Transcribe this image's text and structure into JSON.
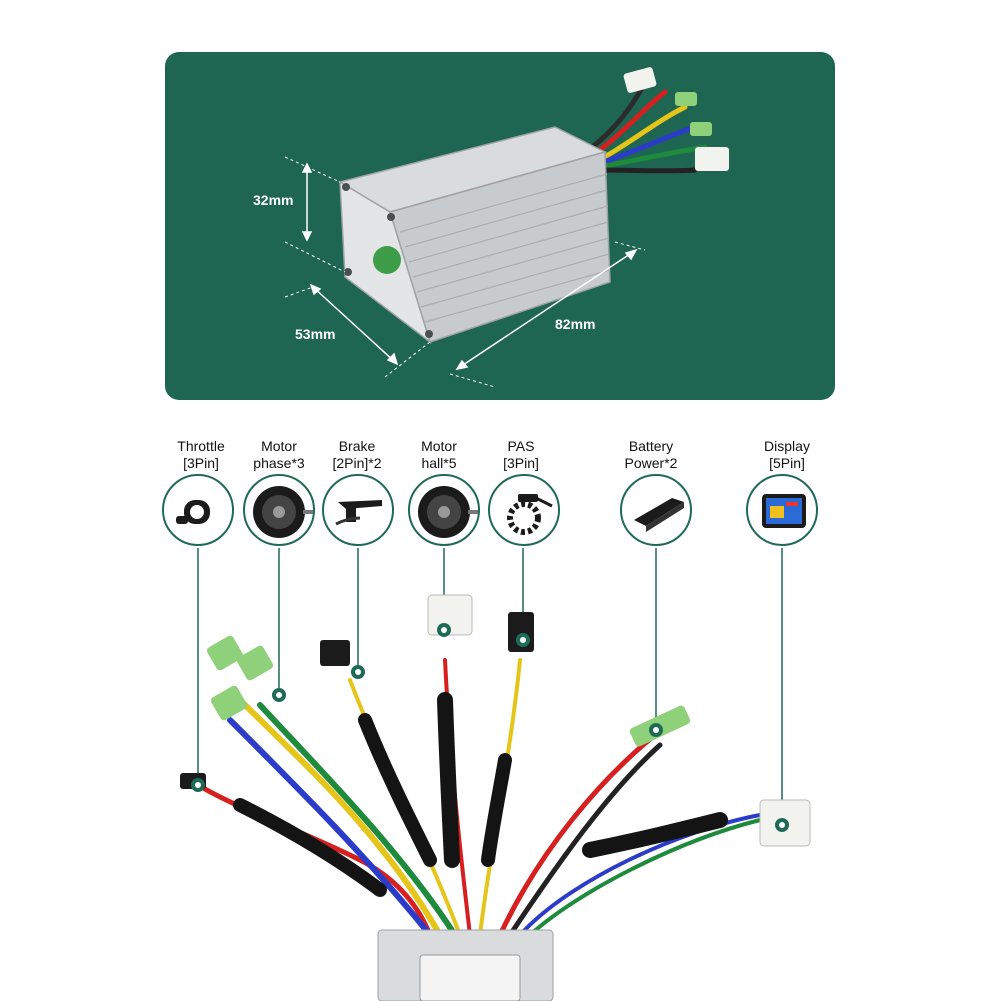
{
  "dimensions": {
    "height": "32mm",
    "width": "53mm",
    "length": "82mm"
  },
  "connectors": [
    {
      "title": "Throttle",
      "pins": "[3Pin]",
      "icon": "throttle-icon"
    },
    {
      "title": "Motor",
      "pins": "phase*3",
      "icon": "hub-motor-icon"
    },
    {
      "title": "Brake",
      "pins": "[2Pin]*2",
      "icon": "brake-lever-icon"
    },
    {
      "title": "Motor",
      "pins": "hall*5",
      "icon": "hub-motor-icon"
    },
    {
      "title": "PAS",
      "pins": "[3Pin]",
      "icon": "pas-sensor-icon"
    },
    {
      "title": "Battery",
      "pins": "Power*2",
      "icon": "battery-icon"
    },
    {
      "title": "Display",
      "pins": "[5Pin]",
      "icon": "lcd-display-icon"
    }
  ],
  "colors": {
    "panel": "#1e6552",
    "accent": "#1f6a56"
  }
}
